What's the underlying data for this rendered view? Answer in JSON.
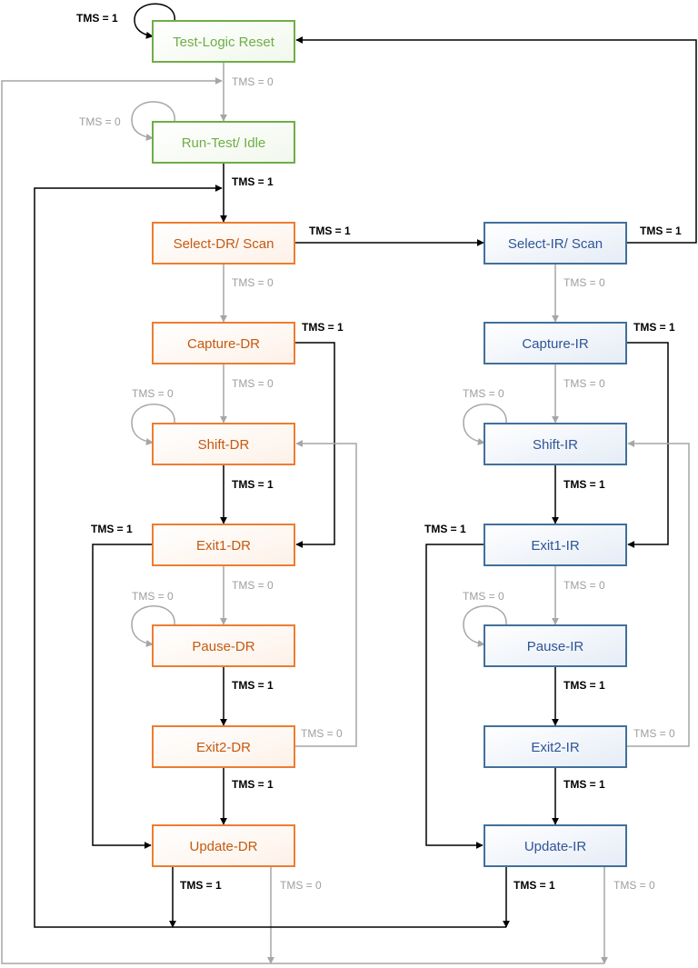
{
  "states": {
    "test_logic_reset": "Test-Logic Reset",
    "run_test_idle": "Run-Test/ Idle",
    "select_dr_scan": "Select-DR/ Scan",
    "capture_dr": "Capture-DR",
    "shift_dr": "Shift-DR",
    "exit1_dr": "Exit1-DR",
    "pause_dr": "Pause-DR",
    "exit2_dr": "Exit2-DR",
    "update_dr": "Update-DR",
    "select_ir_scan": "Select-IR/ Scan",
    "capture_ir": "Capture-IR",
    "shift_ir": "Shift-IR",
    "exit1_ir": "Exit1-IR",
    "pause_ir": "Pause-IR",
    "exit2_ir": "Exit2-IR",
    "update_ir": "Update-IR"
  },
  "transitions": {
    "tms1": "TMS = 1",
    "tms0": "TMS = 0"
  },
  "colors": {
    "green": "#70ad47",
    "green_text": "#70ad47",
    "orange": "#e07b39",
    "orange_text": "#c55a11",
    "blue": "#41709c",
    "blue_text": "#2f5597",
    "black_line": "#000000",
    "gray_line": "#a6a6a6"
  }
}
